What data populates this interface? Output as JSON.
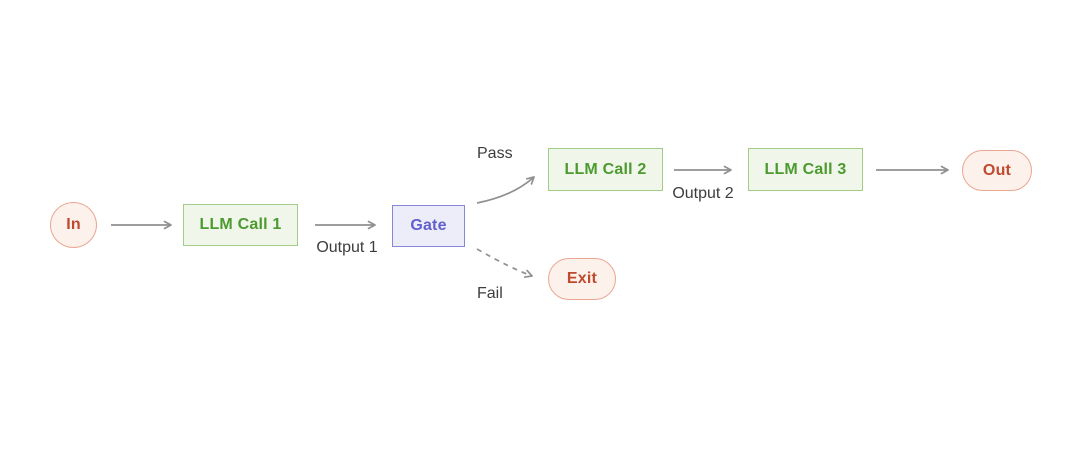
{
  "diagram": {
    "type": "flowchart",
    "nodes": {
      "in": {
        "label": "In",
        "shape": "circle",
        "color": "red"
      },
      "llm_call_1": {
        "label": "LLM Call 1",
        "shape": "rect",
        "color": "green"
      },
      "gate": {
        "label": "Gate",
        "shape": "rect",
        "color": "purple"
      },
      "llm_call_2": {
        "label": "LLM Call 2",
        "shape": "rect",
        "color": "green"
      },
      "llm_call_3": {
        "label": "LLM Call 3",
        "shape": "rect",
        "color": "green"
      },
      "out": {
        "label": "Out",
        "shape": "pill",
        "color": "red"
      },
      "exit": {
        "label": "Exit",
        "shape": "pill",
        "color": "red"
      }
    },
    "edges": {
      "in_to_llm_call_1": {
        "from": "in",
        "to": "llm_call_1",
        "label": "",
        "style": "solid"
      },
      "llm_call_1_to_gate": {
        "from": "llm_call_1",
        "to": "gate",
        "label": "Output 1",
        "style": "solid"
      },
      "gate_to_llm_call_2": {
        "from": "gate",
        "to": "llm_call_2",
        "label": "Pass",
        "style": "solid"
      },
      "gate_to_exit": {
        "from": "gate",
        "to": "exit",
        "label": "Fail",
        "style": "dashed"
      },
      "llm_call_2_to_llm_call_3": {
        "from": "llm_call_2",
        "to": "llm_call_3",
        "label": "Output 2",
        "style": "solid"
      },
      "llm_call_3_to_out": {
        "from": "llm_call_3",
        "to": "out",
        "label": "",
        "style": "solid"
      }
    }
  },
  "colors": {
    "background": "#ffffff",
    "edge": "#909090",
    "label-text": "#3d3d3d",
    "red-fill": "#fdf1ec",
    "red-border": "#e9a692",
    "red-text": "#c04a2e",
    "green-fill": "#f0f7ea",
    "green-border": "#a2cc87",
    "green-text": "#4c9a30",
    "purple-fill": "#ededfa",
    "purple-border": "#8787d7",
    "purple-text": "#6060ce"
  }
}
